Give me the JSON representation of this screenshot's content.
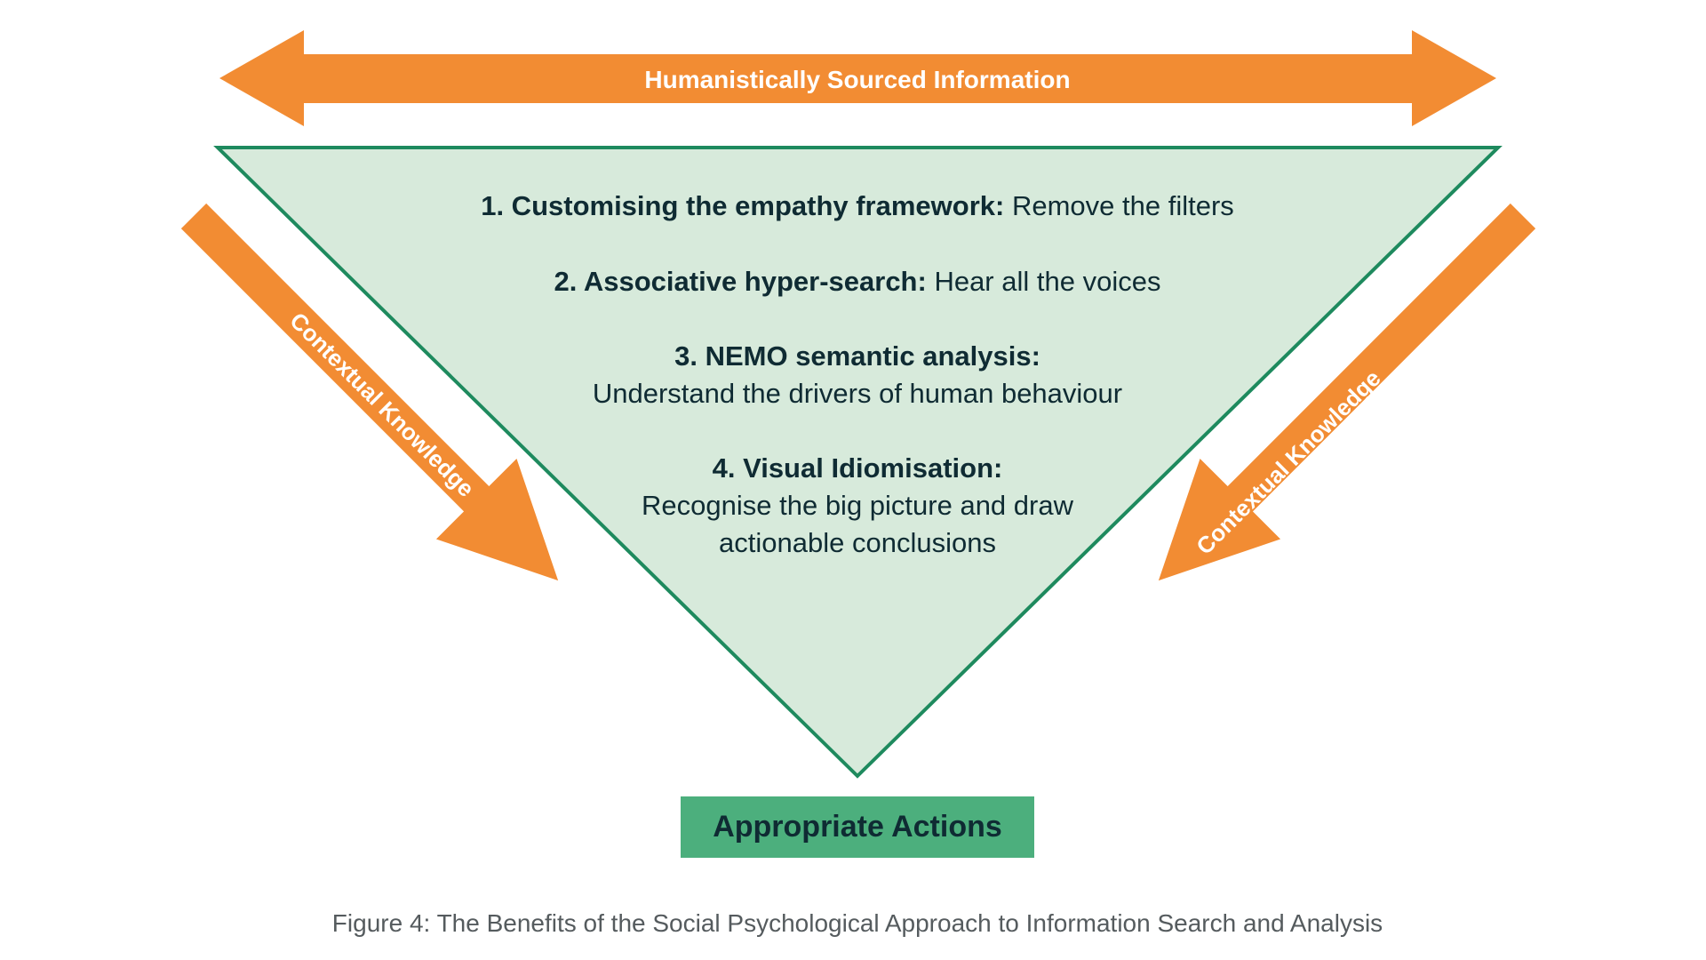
{
  "top_arrow": {
    "label": "Humanistically Sourced Information"
  },
  "left_arrow": {
    "label": "Contextual Knowledge"
  },
  "right_arrow": {
    "label": "Contextual Knowledge"
  },
  "steps": [
    {
      "bold": "1. Customising the empathy framework:",
      "text": " Remove the filters"
    },
    {
      "bold": "2. Associative hyper-search:",
      "text": " Hear all the voices"
    },
    {
      "bold": "3. NEMO semantic analysis:",
      "text": "Understand the drivers of human behaviour"
    },
    {
      "bold": "4. Visual Idiomisation:",
      "text_line1": "Recognise the big picture and draw",
      "text_line2": "actionable conclusions"
    }
  ],
  "result_box": {
    "label": "Appropriate Actions"
  },
  "caption": "Figure 4: The Benefits of the Social Psychological Approach to Information Search and Analysis",
  "colors": {
    "arrow_orange": "#F28C33",
    "triangle_fill": "#D7EADB",
    "triangle_stroke": "#1E8A5E",
    "box_green": "#4CAF7D",
    "text_dark": "#0F2B33",
    "caption_gray": "#555B5E"
  }
}
